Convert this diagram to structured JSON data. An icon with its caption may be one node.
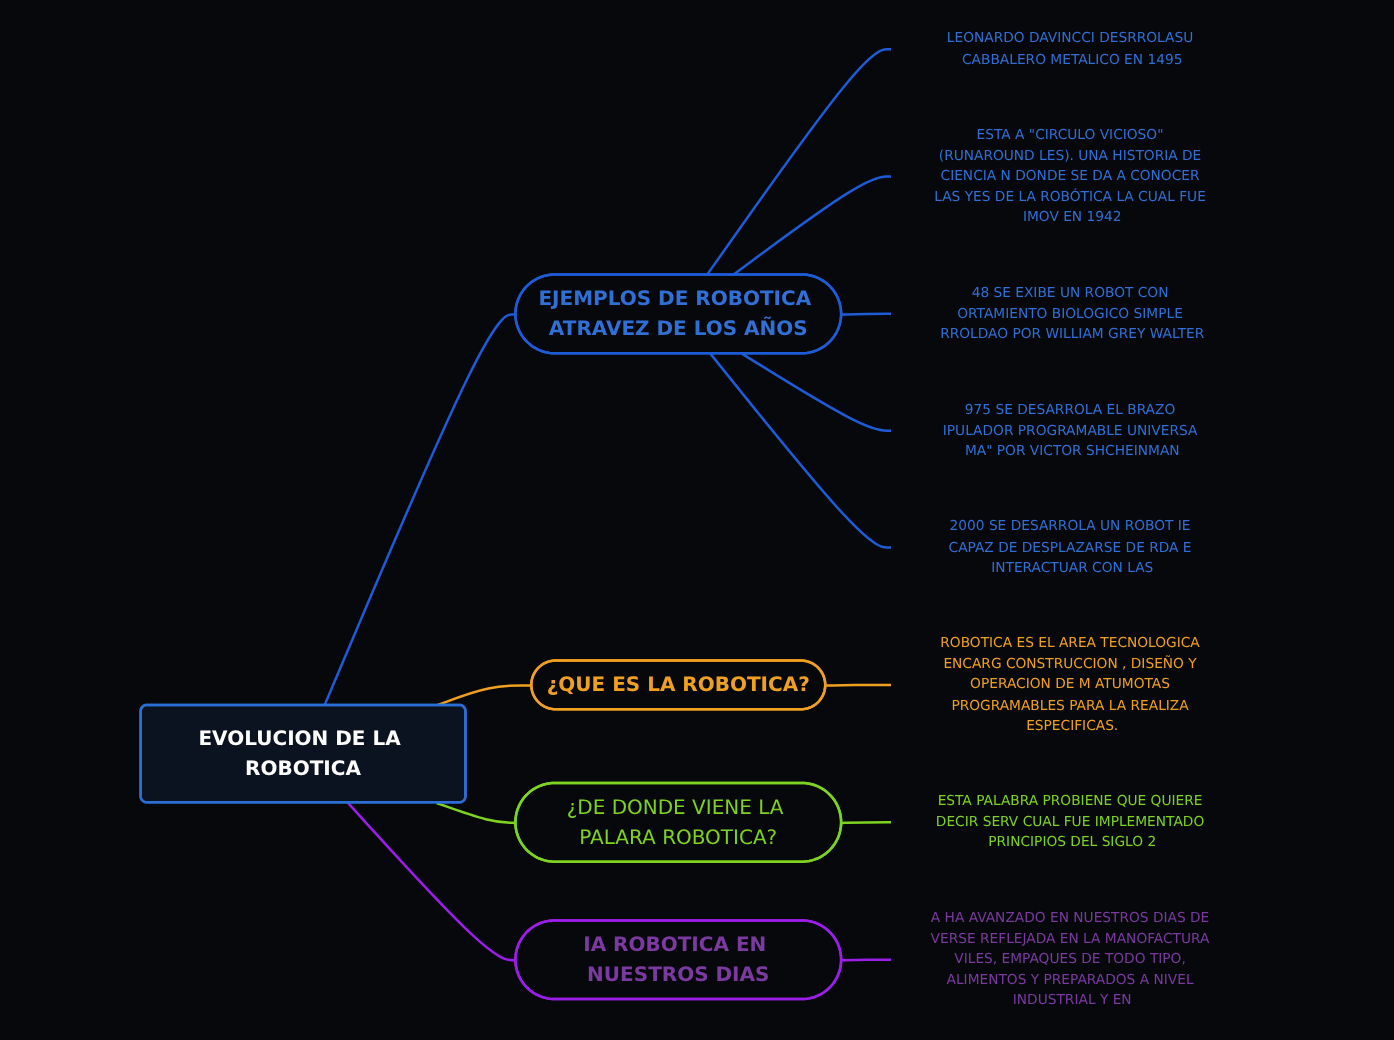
{
  "diagram": {
    "nodes": [
      {
        "text": [
          "EVOLUCION DE LA ROBOTICA"
        ]
      },
      {
        "text": [
          "EJEMPLOS DE ROBOTICA ATRAVEZ DE LOS AÑOS"
        ]
      },
      {
        "text": [
          "LEONARDO DAVINCCI DESRROLASU CABBALERO METALICO EN 1495"
        ]
      },
      {
        "text": [
          "ESTA A \"CIRCULO VICIOSO\" (RUNAROUND LES). UNA HISTORIA DE CIENCIA N DONDE SE DA A CONOCER LAS YES DE LA ROBÓTICA LA CUAL FUE IMOV EN 1942"
        ]
      },
      {
        "text": [
          "48 SE EXIBE UN ROBOT CON ORTAMIENTO BIOLOGICO SIMPLE RROLDAO POR WILLIAM GREY WALTER"
        ]
      },
      {
        "text": [
          "975 SE DESARROLA EL BRAZO IPULADOR PROGRAMABLE UNIVERSA MA\" POR VICTOR SHCHEINMAN"
        ]
      },
      {
        "text": [
          "2000 SE DESARROLA UN ROBOT IE CAPAZ DE DESPLAZARSE DE RDA E INTERACTUAR CON LAS"
        ]
      },
      {
        "text": [
          "¿QUE ES LA ROBOTICA?"
        ]
      },
      {
        "text": [
          "ROBOTICA ES EL AREA TECNOLOGICA ENCARG CONSTRUCCION , DISEÑO Y OPERACION DE M ATUMOTAS PROGRAMABLES PARA LA REALIZA ESPECIFICAS."
        ]
      },
      {
        "text": [
          "¿DE DONDE VIENE LA PALARA ROBOTICA?"
        ]
      },
      {
        "text": [
          "ESTA PALABRA PROBIENE QUE QUIERE DECIR SERV CUAL FUE IMPLEMENTADO PRINCIPIOS DEL SIGLO 2"
        ]
      },
      {
        "text": [
          "IA ROBOTICA EN NUESTROS DIAS"
        ]
      },
      {
        "text": [
          "A HA AVANZADO EN NUESTROS DIAS DE VERSE REFLEJADA EN LA MANOFACTURA VILES, EMPAQUES DE TODO TIPO, ALIMENTOS Y PREPARADOS A NIVEL INDUSTRIAL Y EN"
        ]
      }
    ],
    "edges": [
      {
        "from": 0,
        "to": 1,
        "arrow": "none",
        "color": "#1e5bd6"
      },
      {
        "from": 1,
        "to": 2,
        "arrow": "none",
        "color": "#1e5bd6"
      },
      {
        "from": 1,
        "to": 3,
        "arrow": "none",
        "color": "#1e5bd6"
      },
      {
        "from": 1,
        "to": 4,
        "arrow": "none",
        "color": "#1e5bd6"
      },
      {
        "from": 1,
        "to": 5,
        "arrow": "none",
        "color": "#1e5bd6"
      },
      {
        "from": 1,
        "to": 6,
        "arrow": "none",
        "color": "#1e5bd6"
      },
      {
        "from": 0,
        "to": 7,
        "arrow": "none",
        "color": "#f0a020"
      },
      {
        "from": 7,
        "to": 8,
        "arrow": "none",
        "color": "#f0a020"
      },
      {
        "from": 0,
        "to": 9,
        "arrow": "none",
        "color": "#7ed321"
      },
      {
        "from": 9,
        "to": 10,
        "arrow": "none",
        "color": "#7ed321"
      },
      {
        "from": 0,
        "to": 11,
        "arrow": "none",
        "color": "#9b1ee8"
      },
      {
        "from": 11,
        "to": 12,
        "arrow": "none",
        "color": "#9b1ee8"
      }
    ]
  }
}
